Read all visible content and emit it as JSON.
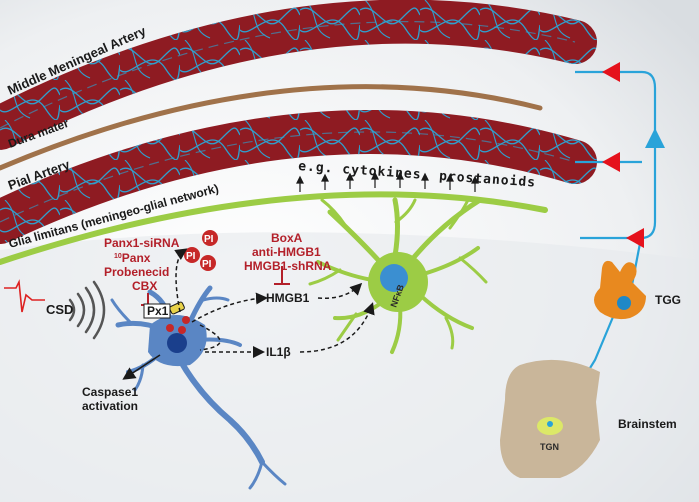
{
  "labels": {
    "middle_meningeal_artery": "Middle Meningeal Artery",
    "dura_mater": "Dura mater",
    "pial_artery": "Pial Artery",
    "glia_limitans": "Glia limitans (meningeo-glial network)",
    "cytokines": "e.g. cytokines, prostanoids",
    "panx1_sirna": "Panx1-siRNA",
    "panx_prefix": "10",
    "panx": "Panx",
    "probenecid": "Probenecid",
    "cbx": "CBX",
    "boxa": "BoxA",
    "anti_hmgb1": "anti-HMGB1",
    "hmgb1_shrna": "HMGB1-shRNA",
    "hmgb1": "HMGB1",
    "il1b": "IL1β",
    "px1": "Px1",
    "pi": "PI",
    "csd": "CSD",
    "caspase_line1": "Caspase1",
    "caspase_line2": "activation",
    "nfkb": "NFκB",
    "tgg": "TGG",
    "brainstem": "Brainstem",
    "tgn": "TGN"
  },
  "colors": {
    "artery_fill": "#8e1b22",
    "artery_nerve": "#2aa6d6",
    "dura": "#a0724a",
    "glia_limitans": "#9ccc45",
    "astrocyte": "#9ccc45",
    "neuron": "#5a86c4",
    "nucleus": "#1a3f8c",
    "inhibitor_text": "#b3202a",
    "pi_dot": "#c62828",
    "tgg": "#e8891f",
    "brainstem": "#c9b69a",
    "arrow_red": "#e5121c",
    "arrow_blue": "#29a3d9"
  },
  "icons": {
    "csd_waves": "signal-waves-icon",
    "csd_trace": "ecg-trace-icon"
  }
}
